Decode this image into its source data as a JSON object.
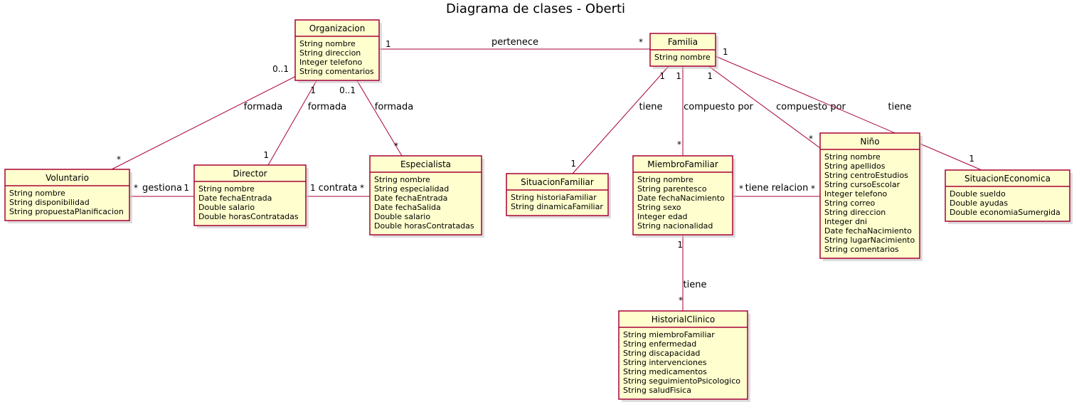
{
  "title": "Diagrama de clases - Oberti",
  "colors": {
    "box_fill": "#FEFECE",
    "border": "#A80036"
  },
  "classes": [
    {
      "name": "Organizacion",
      "attributes": [
        "String nombre",
        "String direccion",
        "Integer telefono",
        "String comentarios"
      ]
    },
    {
      "name": "Familia",
      "attributes": [
        "String nombre"
      ]
    },
    {
      "name": "Voluntario",
      "attributes": [
        "String nombre",
        "String disponibilidad",
        "String propuestaPlanificacion"
      ]
    },
    {
      "name": "Director",
      "attributes": [
        "String nombre",
        "Date fechaEntrada",
        "Double salario",
        "Double horasContratadas"
      ]
    },
    {
      "name": "Especialista",
      "attributes": [
        "String nombre",
        "String especialidad",
        "Date fechaEntrada",
        "Date fechaSalida",
        "Double salario",
        "Double horasContratadas"
      ]
    },
    {
      "name": "SituacionFamiliar",
      "attributes": [
        "String historiaFamiliar",
        "String dinamicaFamiliar"
      ]
    },
    {
      "name": "MiembroFamiliar",
      "attributes": [
        "String nombre",
        "String parentesco",
        "Date fechaNacimiento",
        "String sexo",
        "Integer edad",
        "String nacionalidad"
      ]
    },
    {
      "name": "Niño",
      "attributes": [
        "String nombre",
        "String apellidos",
        "String centroEstudios",
        "String cursoEscolar",
        "Integer telefono",
        "String correo",
        "String direccion",
        "Integer dni",
        "Date fechaNacimiento",
        "String lugarNacimiento",
        "String comentarios"
      ]
    },
    {
      "name": "SituacionEconomica",
      "attributes": [
        "Double sueldo",
        "Double ayudas",
        "Double economiaSumergida"
      ]
    },
    {
      "name": "HistorialClinico",
      "attributes": [
        "String miembroFamiliar",
        "String enfermedad",
        "String discapacidad",
        "String intervenciones",
        "String medicamentos",
        "String seguimientoPsicologico",
        "String saludFisica"
      ]
    }
  ],
  "associations": [
    {
      "from": "Organizacion",
      "to": "Familia",
      "label": "pertenece",
      "from_mult": "1",
      "to_mult": "*"
    },
    {
      "from": "Organizacion",
      "to": "Voluntario",
      "label": "formada",
      "from_mult": "0..1",
      "to_mult": "*"
    },
    {
      "from": "Organizacion",
      "to": "Director",
      "label": "formada",
      "from_mult": "1",
      "to_mult": "1"
    },
    {
      "from": "Organizacion",
      "to": "Especialista",
      "label": "formada",
      "from_mult": "0..1",
      "to_mult": "*"
    },
    {
      "from": "Voluntario",
      "to": "Director",
      "label": "gestiona",
      "from_mult": "*",
      "to_mult": "1"
    },
    {
      "from": "Director",
      "to": "Especialista",
      "label": "contrata",
      "from_mult": "1",
      "to_mult": "*"
    },
    {
      "from": "Familia",
      "to": "SituacionFamiliar",
      "label": "tiene",
      "from_mult": "1",
      "to_mult": "1"
    },
    {
      "from": "Familia",
      "to": "MiembroFamiliar",
      "label": "compuesto por",
      "from_mult": "1",
      "to_mult": "*"
    },
    {
      "from": "Familia",
      "to": "Niño",
      "label": "compuesto por",
      "from_mult": "1",
      "to_mult": "*"
    },
    {
      "from": "Familia",
      "to": "SituacionEconomica",
      "label": "tiene",
      "from_mult": "1",
      "to_mult": "1"
    },
    {
      "from": "MiembroFamiliar",
      "to": "Niño",
      "label": "tiene relacion",
      "from_mult": "*",
      "to_mult": "*"
    },
    {
      "from": "MiembroFamiliar",
      "to": "HistorialClinico",
      "label": "tiene",
      "from_mult": "1",
      "to_mult": "*"
    }
  ]
}
